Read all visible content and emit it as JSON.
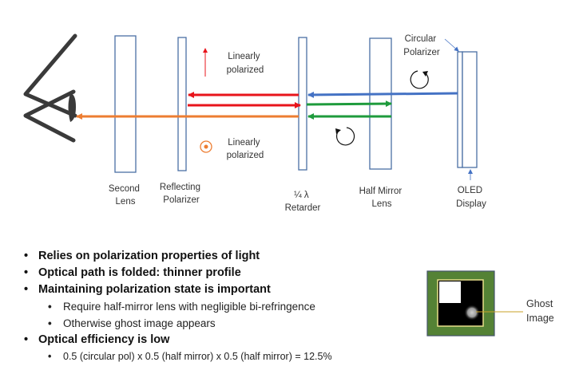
{
  "diagram": {
    "components": [
      {
        "id": "second-lens",
        "label_lines": [
          "Second",
          "Lens"
        ]
      },
      {
        "id": "reflecting-polarizer",
        "label_lines": [
          "Reflecting",
          "Polarizer"
        ]
      },
      {
        "id": "quarter-wave-retarder",
        "label_lines": [
          "¼ λ",
          "Retarder"
        ]
      },
      {
        "id": "half-mirror-lens",
        "label_lines": [
          "Half Mirror",
          "Lens"
        ]
      },
      {
        "id": "oled-display",
        "label_lines": [
          "OLED",
          "Display"
        ]
      },
      {
        "id": "circular-polarizer",
        "label_lines": [
          "Circular",
          "Polarizer"
        ]
      }
    ],
    "annotations": {
      "linear_top": [
        "Linearly",
        "polarized"
      ],
      "linear_bottom": [
        "Linearly",
        "polarized"
      ]
    },
    "colors": {
      "element_stroke": "#4a6fa5",
      "red_ray": "#e8141b",
      "blue_ray": "#4472c4",
      "green_ray": "#1e9b3c",
      "orange_ray": "#ed7d31",
      "eye": "#3a3a3a"
    },
    "ghost_inset": {
      "label_lines": [
        "Ghost",
        "Image"
      ],
      "colors": {
        "frame": "#548235",
        "border": "#44546a",
        "screen": "#000000",
        "inner_border": "#e8e08a",
        "leader": "#c9a227"
      }
    }
  },
  "bullets": [
    {
      "level": 1,
      "text": "Relies on polarization properties of light"
    },
    {
      "level": 1,
      "text": "Optical path is folded: thinner profile"
    },
    {
      "level": 1,
      "text": "Maintaining polarization state is important"
    },
    {
      "level": 2,
      "text": "Require half-mirror lens with negligible bi-refringence"
    },
    {
      "level": 2,
      "text": "Otherwise ghost image appears"
    },
    {
      "level": 1,
      "text": "Optical efficiency is low"
    },
    {
      "level": 2,
      "text": "0.5 (circular pol) x 0.5 (half mirror) x 0.5 (half mirror) = 12.5%",
      "small": true
    }
  ]
}
